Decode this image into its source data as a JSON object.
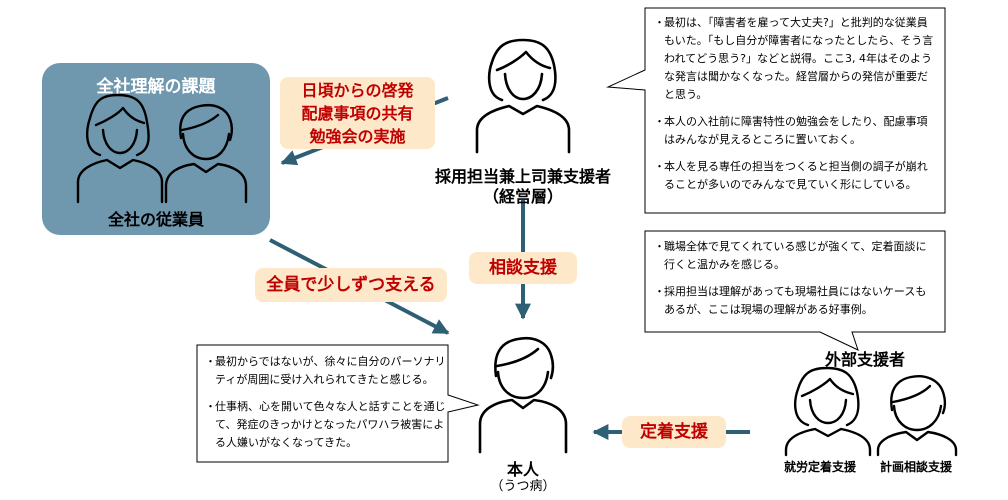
{
  "company": {
    "title": "全社理解の課題",
    "label": "全社の従業員"
  },
  "manager": {
    "name": "採用担当兼上司兼支援者",
    "sub": "（経営層）"
  },
  "person": {
    "name": "本人",
    "sub": "（うつ病）"
  },
  "external": {
    "title": "外部支援者",
    "left_label": "就労定着支援",
    "right_label": "計画相談支援"
  },
  "labels": {
    "awareness": [
      "日頃からの啓発",
      "配慮事項の共有",
      "勉強会の実施"
    ],
    "consult": "相談支援",
    "everyone": "全員で少しずつ支える",
    "retention": "定着支援"
  },
  "notes": {
    "manager": [
      "最初は、「障害者を雇って大丈夫?」と批判的な従業員もいた。「もし自分が障害者になったとしたら、そう言われてどう思う?」などと説得。ここ3, 4年はそのような発言は聞かなくなった。経営層からの発信が重要だと思う。",
      "本人の入社前に障害特性の勉強会をしたり、配慮事項はみんなが見えるところに置いておく。",
      "本人を見る専任の担当をつくると担当側の調子が崩れることが多いのでみんなで見ていく形にしている。"
    ],
    "external": [
      "職場全体で見てくれている感じが強くて、定着面談に行くと温かみを感じる。",
      "採用担当は理解があっても現場社員にはないケースもあるが、ここは現場の理解がある好事例。"
    ],
    "person": [
      "最初からではないが、徐々に自分のパーソナリティが周囲に受け入れられてきたと感じる。",
      "仕事柄、心を開いて色々な人と話すことを通じて、発症のきっかけとなったパワハラ被害による人嫌いがなくなってきた。"
    ]
  },
  "colors": {
    "company_box": "#6f97ae",
    "arrow": "#2e5f74",
    "label_bg": "#fde9c9",
    "label_text": "#c00000"
  }
}
